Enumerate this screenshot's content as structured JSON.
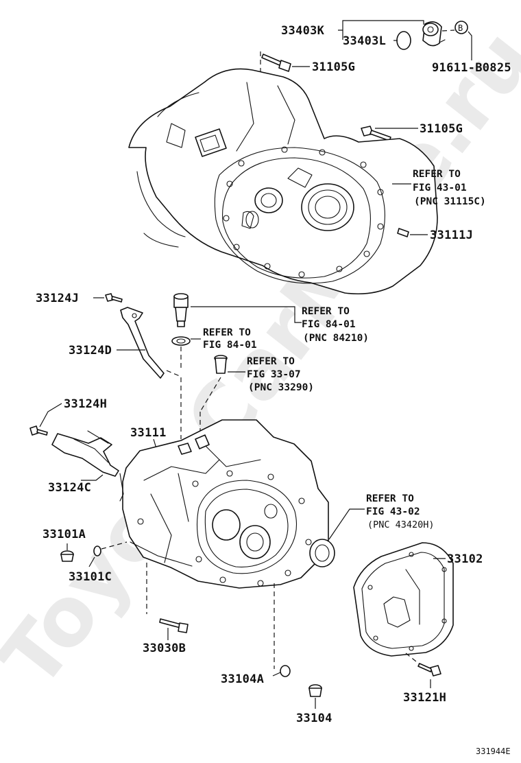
{
  "watermark": "ToyotaCarMine.ru",
  "figure_code": "331944E",
  "parts": {
    "p33403K": "33403K",
    "p33403L": "33403L",
    "circle_b": "B",
    "p91611": "91611-B0825",
    "p31105G_top": "31105G",
    "p31105G_mid": "31105G",
    "p33111J": "33111J",
    "p33124J": "33124J",
    "p33124D": "33124D",
    "p33124H": "33124H",
    "p33111": "33111",
    "p33124C": "33124C",
    "p33101A": "33101A",
    "p33101C": "33101C",
    "p33030B": "33030B",
    "p33104A": "33104A",
    "p33104": "33104",
    "p33102": "33102",
    "p33121H": "33121H"
  },
  "refs": {
    "housing": {
      "l1": "REFER TO",
      "l2": "FIG 43-01",
      "l3": "(PNC 31115C)"
    },
    "switch": {
      "l1": "REFER TO",
      "l2": "FIG 84-01",
      "l3": "(PNC 84210)"
    },
    "gasket": {
      "l1": "REFER TO",
      "l2": "FIG 84-01"
    },
    "plug": {
      "l1": "REFER TO",
      "l2": "FIG 33-07",
      "l3": "(PNC 33290)"
    },
    "seal": {
      "l1": "REFER TO",
      "l2": "FIG 43-02",
      "l3": "(PNC 43420H)"
    }
  }
}
